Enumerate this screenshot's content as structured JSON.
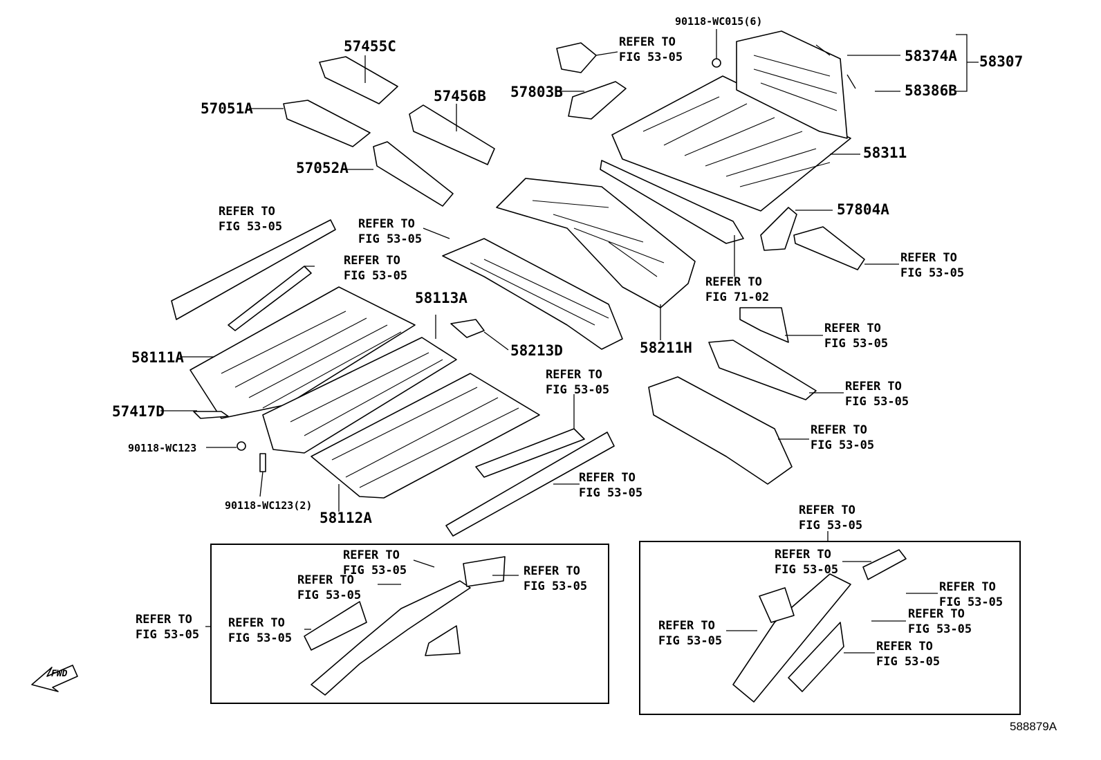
{
  "diagram_id": "588879A",
  "fwd_label": "FWD",
  "parts": {
    "p58307": "58307",
    "p58374A": "58374A",
    "p58386B": "58386B",
    "p90118_WC015": "90118-WC015(6)",
    "p58311": "58311",
    "p57803B": "57803B",
    "p57804A": "57804A",
    "p57455C": "57455C",
    "p57051A": "57051A",
    "p57456B": "57456B",
    "p57052A": "57052A",
    "p58211H": "58211H",
    "p58113A": "58113A",
    "p58213D": "58213D",
    "p58111A": "58111A",
    "p57417D": "57417D",
    "p90118_WC123": "90118-WC123",
    "p90118_WC123_2": "90118-WC123(2)",
    "p58112A": "58112A"
  },
  "refs": {
    "fig5305": "REFER TO\nFIG 53-05",
    "fig7102": "REFER TO\nFIG 71-02"
  }
}
